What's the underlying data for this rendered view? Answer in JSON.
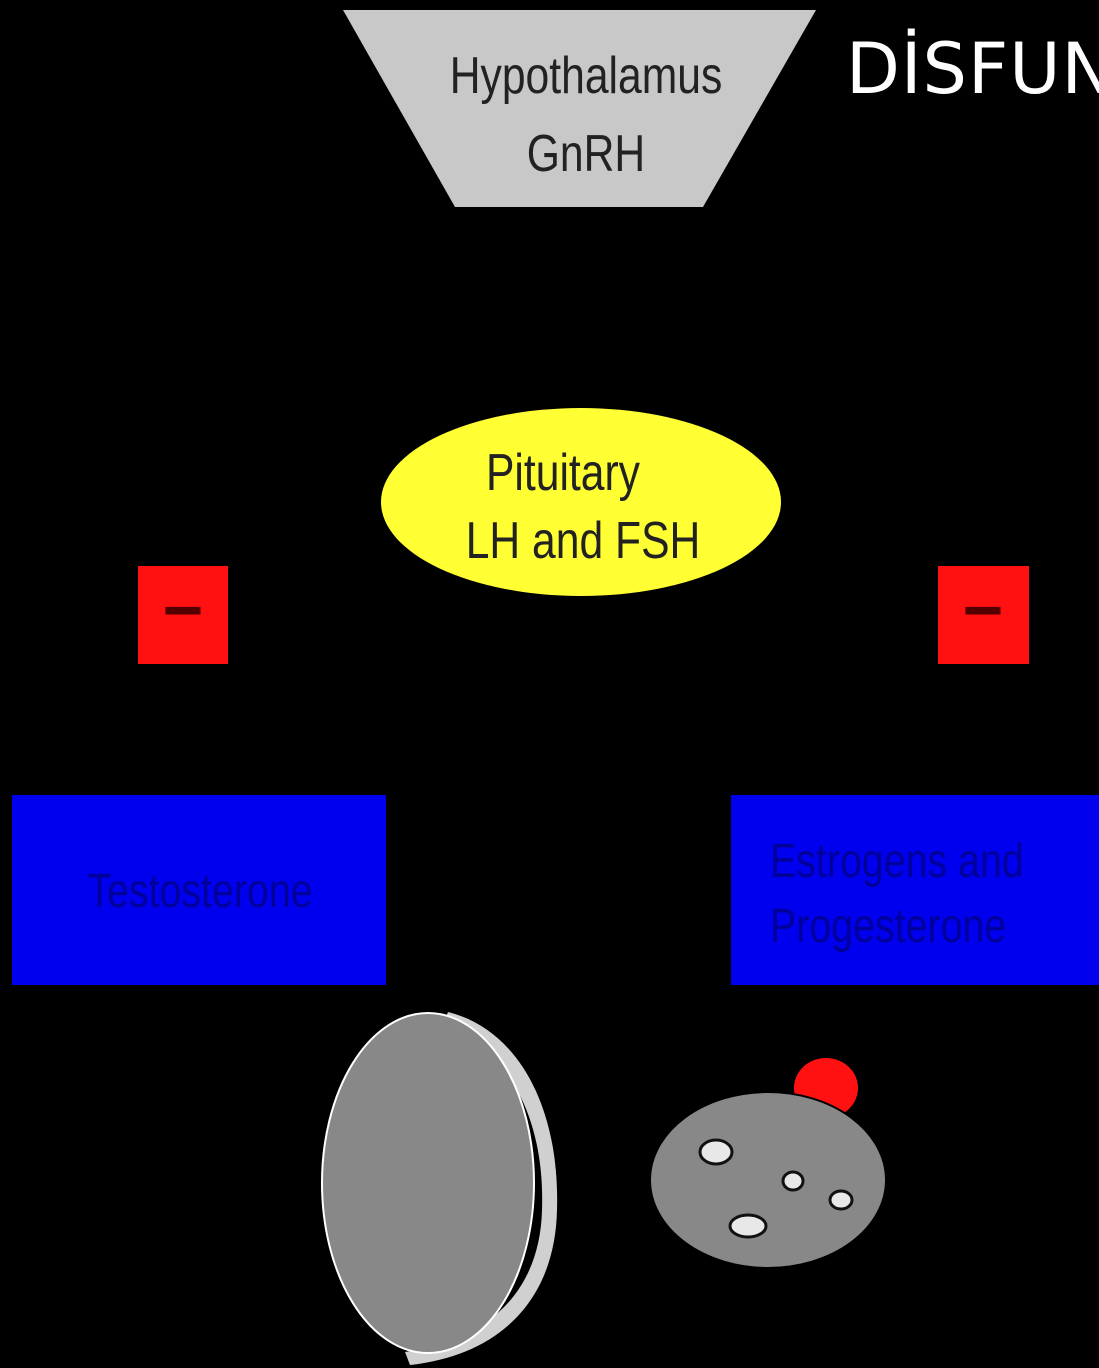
{
  "slide": {
    "title": "DİSFUN"
  },
  "hypothalamus": {
    "line1": "Hypothalamus",
    "line2": "GnRH",
    "fill": "#c8c8c8"
  },
  "pituitary": {
    "line1": "Pituitary",
    "line2": "LH and FSH",
    "fill": "#ffff33"
  },
  "feedback": {
    "left_sign": "−",
    "right_sign": "−",
    "fill": "#ff1111"
  },
  "hormones": {
    "left_label": "Testosterone",
    "right_line1": "Estrogens and",
    "right_line2": "Progesterone",
    "fill": "#0000ee",
    "text_color": "#00009a"
  },
  "gonads": {
    "fill": "#888888",
    "outline": "#d0d0d0",
    "follicle_fill": "#ff1111"
  }
}
